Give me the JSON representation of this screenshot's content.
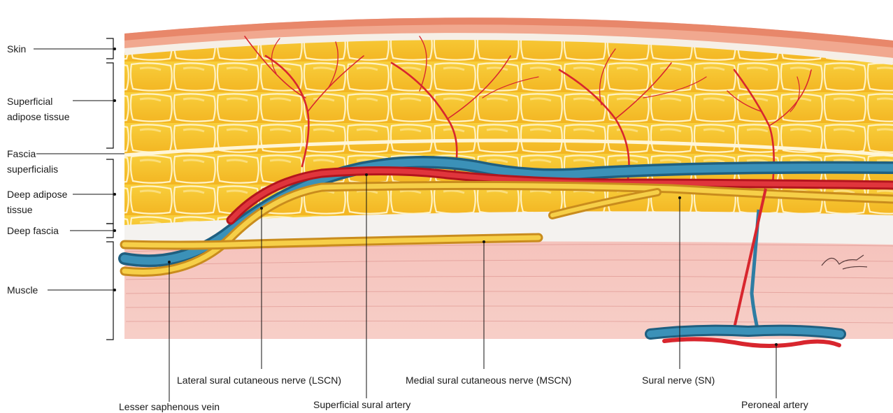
{
  "left_labels": {
    "skin": "Skin",
    "superficial_adipose": [
      "Superficial",
      "adipose tissue"
    ],
    "fascia_superficialis": [
      "Fascia",
      "superficialis"
    ],
    "deep_adipose": [
      "Deep adipose",
      "tissue"
    ],
    "deep_fascia": "Deep fascia",
    "muscle": "Muscle"
  },
  "bottom_labels": {
    "lscn": "Lateral sural cutaneous nerve (LSCN)",
    "mscn": "Medial sural cutaneous nerve (MSCN)",
    "sural_nerve": "Sural nerve (SN)",
    "lesser_saphenous_vein": "Lesser saphenous vein",
    "superficial_sural_artery": "Superficial sural artery",
    "peroneal_artery": "Peroneal artery"
  },
  "colors": {
    "skin": "#e8876a",
    "adipose": "#f7c531",
    "fascia": "#f4f2ef",
    "muscle": "#f2b4ad",
    "artery": "#d8262e",
    "vein": "#2e7da3",
    "nerve": "#f2c33d"
  }
}
